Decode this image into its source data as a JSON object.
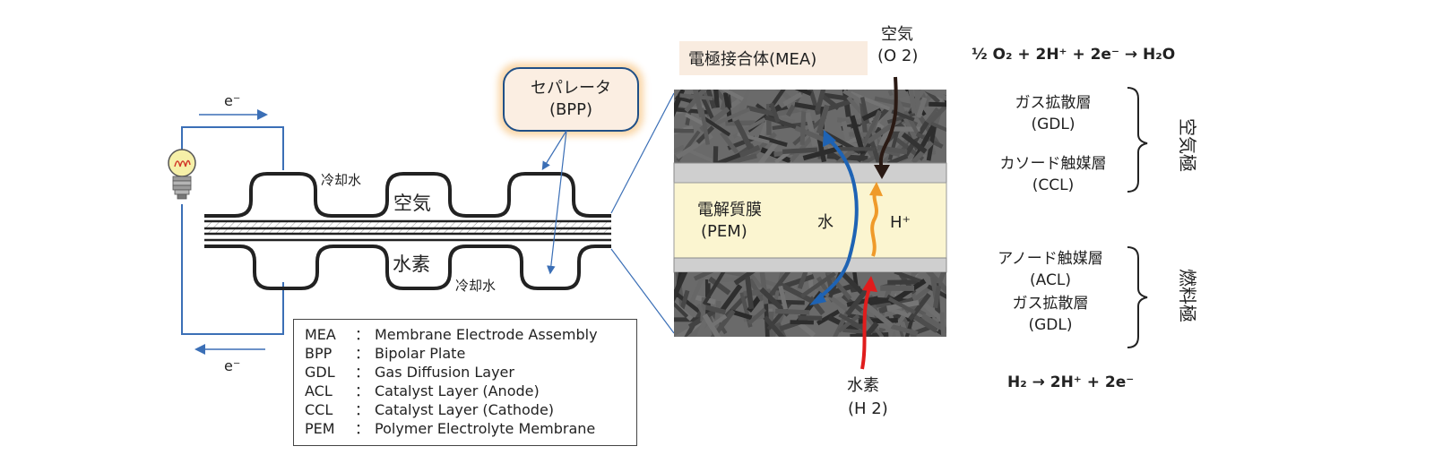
{
  "electron_top": "e⁻",
  "electron_bottom": "e⁻",
  "separator_callout": {
    "line1": "セパレータ",
    "line2": "(BPP)"
  },
  "cell": {
    "coolant_top": "冷却水",
    "air": "空気",
    "hydrogen": "水素",
    "coolant_bottom": "冷却水"
  },
  "mea_label": "電極接合体(MEA)",
  "air_inlet": {
    "line1": "空気",
    "line2": "(O 2)"
  },
  "hydrogen_inlet": {
    "line1": "水素",
    "line2": "(H 2)"
  },
  "pem_label": {
    "line1": "電解質膜",
    "line2": "(PEM)"
  },
  "water_label": "水",
  "proton_label": "H⁺",
  "cathode_equation": "½ O₂ + 2H⁺ + 2e⁻ → H₂O",
  "anode_equation": "H₂ → 2H⁺ + 2e⁻",
  "layers": {
    "gdl_top": {
      "line1": "ガス拡散層",
      "line2": "(GDL)"
    },
    "ccl": {
      "line1": "カソード触媒層",
      "line2": "(CCL)"
    },
    "acl": {
      "line1": "アノード触媒層",
      "line2": "(ACL)"
    },
    "gdl_bottom": {
      "line1": "ガス拡散層",
      "line2": "(GDL)"
    }
  },
  "electrodes": {
    "cathode": "空気極",
    "anode": "燃料極"
  },
  "abbreviations": [
    {
      "key": "MEA",
      "sep": "：",
      "desc": "Membrane Electrode Assembly"
    },
    {
      "key": "BPP",
      "sep": "：",
      "desc": "Bipolar Plate"
    },
    {
      "key": "GDL",
      "sep": "：",
      "desc": "Gas Diffusion Layer"
    },
    {
      "key": "ACL",
      "sep": "：",
      "desc": "Catalyst Layer (Anode)"
    },
    {
      "key": "CCL",
      "sep": "：",
      "desc": "Catalyst Layer (Cathode)"
    },
    {
      "key": "PEM",
      "sep": "：",
      "desc": "Polymer Electrolyte Membrane"
    }
  ],
  "colors": {
    "circuit": "#3b6fb6",
    "water_arrow": "#1e63b4",
    "proton_arrow": "#ef9a2a",
    "hydrogen_arrow": "#e01d1d",
    "air_arrow": "#2a1a14",
    "membrane": "#fbf5d0",
    "catalyst": "#cfcfcf",
    "callout_fill": "#fbeee2",
    "mea_fill": "#f9ece0"
  },
  "icons": [
    "light-bulb-icon"
  ]
}
